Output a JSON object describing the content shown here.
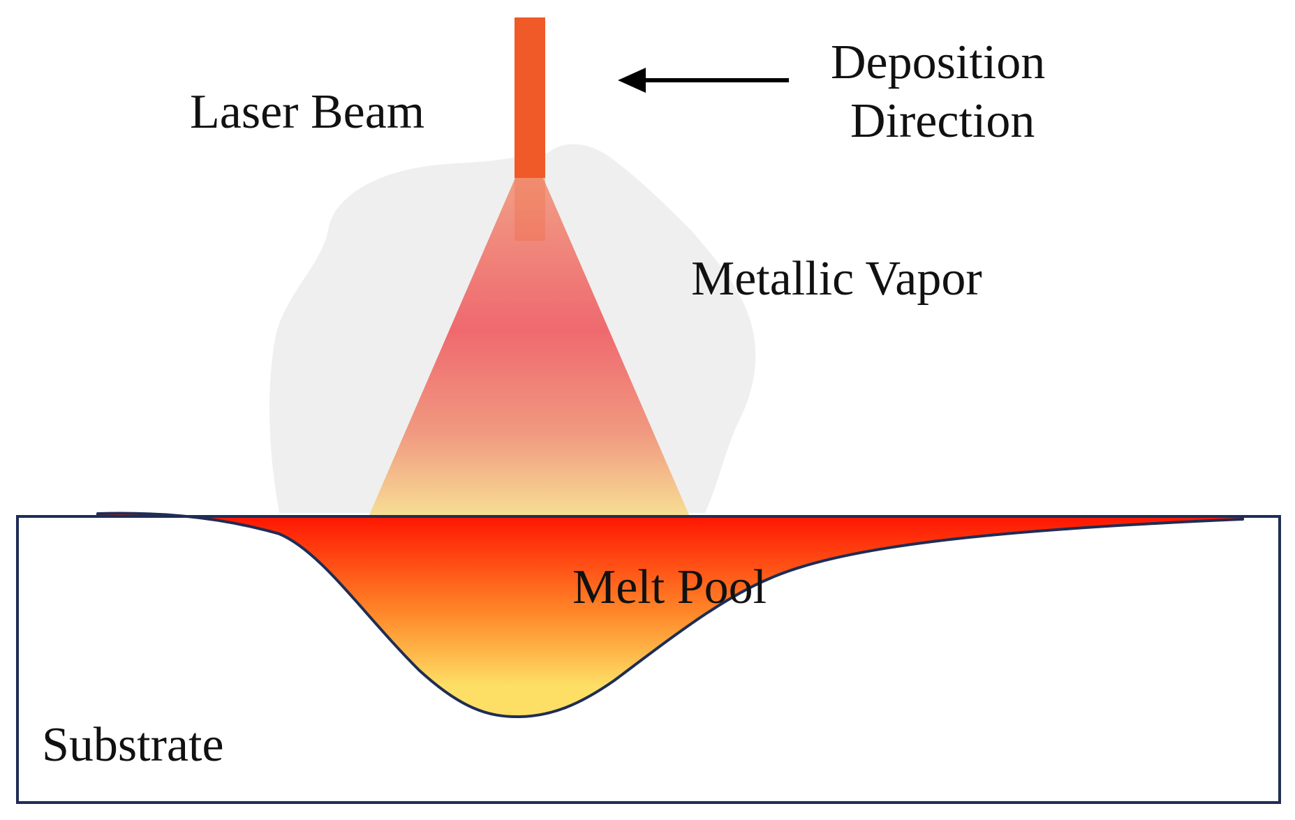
{
  "labels": {
    "laser_beam": "Laser Beam",
    "deposition_line1": "Deposition",
    "deposition_line2": "Direction",
    "metallic_vapor": "Metallic Vapor",
    "melt_pool": "Melt Pool",
    "substrate": "Substrate"
  },
  "colors": {
    "beam": "#f05a28",
    "vapor": "#efefef",
    "cone_top": "#f09a80",
    "cone_mid": "#ef6268",
    "cone_bottom": "#f8dd8f",
    "pool_top": "#ff1200",
    "pool_mid": "#ff8a2a",
    "pool_bottom": "#fddf66",
    "outline": "#1f2d55",
    "arrow": "#000000"
  }
}
